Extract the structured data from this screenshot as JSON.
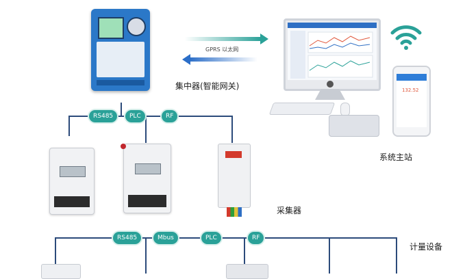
{
  "labels": {
    "concentrator": "集中器(智能网关)",
    "master_station": "系统主站",
    "collector": "采集器",
    "metering_devices": "计量设备"
  },
  "uplink": {
    "label": "GPRS  以太网"
  },
  "tags_upper": [
    "RS485",
    "PLC",
    "RF"
  ],
  "tags_lower": [
    "RS485",
    "Mbus",
    "PLC",
    "RF"
  ],
  "phone_value": "132.52",
  "colors": {
    "tag": "#2aa198",
    "wire": "#2b4a7a",
    "arrow_up": "#2aa198",
    "arrow_down": "#2b6ec8",
    "device_blue": "#2b78c8"
  }
}
